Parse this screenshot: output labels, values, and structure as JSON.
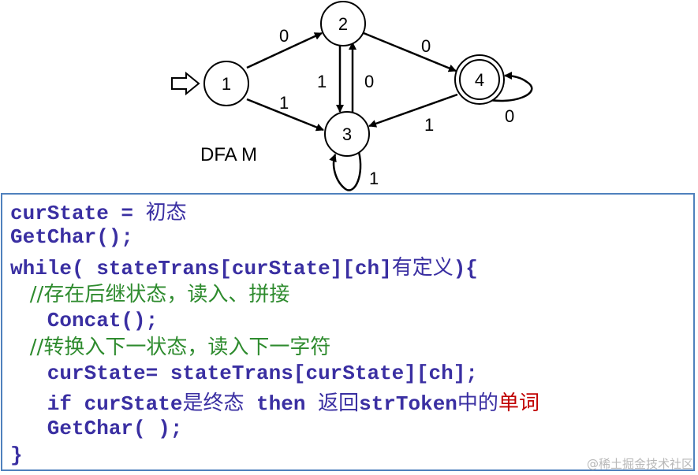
{
  "diagram": {
    "name": "DFA M",
    "states": [
      {
        "id": "1",
        "label": "1"
      },
      {
        "id": "2",
        "label": "2"
      },
      {
        "id": "3",
        "label": "3"
      },
      {
        "id": "4",
        "label": "4",
        "final": true
      }
    ],
    "start_state": "1",
    "transitions": [
      {
        "from": "1",
        "to": "2",
        "label": "0"
      },
      {
        "from": "1",
        "to": "3",
        "label": "1"
      },
      {
        "from": "2",
        "to": "3",
        "label": "1"
      },
      {
        "from": "3",
        "to": "2",
        "label": "0"
      },
      {
        "from": "2",
        "to": "4",
        "label": "0"
      },
      {
        "from": "4",
        "to": "3",
        "label": "1"
      },
      {
        "from": "4",
        "to": "4",
        "label": "0"
      },
      {
        "from": "3",
        "to": "3",
        "label": "1"
      }
    ]
  },
  "code": {
    "line1": "curState = ",
    "line1_cn": "初态",
    "line2": "GetChar();",
    "line3_a": "while( stateTrans[curState][ch]",
    "line3_cn": "有定义",
    "line3_b": "){",
    "line4": "   //存在后继状态，读入、拼接",
    "line5": "   Concat();",
    "line6": "   //转换入下一状态，读入下一字符",
    "line7": "   curState= stateTrans[curState][ch];",
    "line8_a": "   if curState",
    "line8_cn1": "是终态",
    "line8_b": " then ",
    "line8_cn2": "返回",
    "line8_c": "strToken",
    "line8_cn3": "中的",
    "line8_red": "单词",
    "line9": "   GetChar( );",
    "line10": "}"
  },
  "watermark": "@稀土掘金技术社区"
}
